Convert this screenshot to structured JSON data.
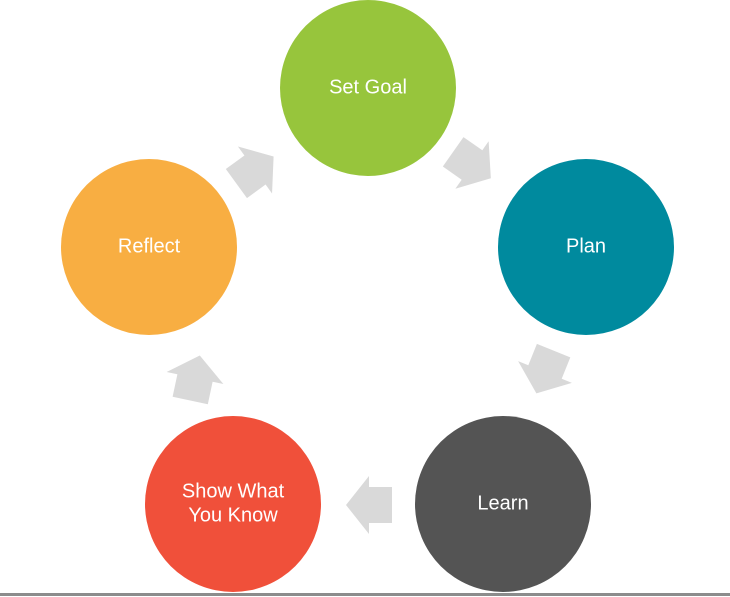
{
  "diagram": {
    "type": "cycle",
    "steps": [
      {
        "label_lines": [
          "Set Goal"
        ],
        "color": "#97c53c"
      },
      {
        "label_lines": [
          "Plan"
        ],
        "color": "#008a9e"
      },
      {
        "label_lines": [
          "Learn"
        ],
        "color": "#545454"
      },
      {
        "label_lines": [
          "Show What",
          "You Know"
        ],
        "color": "#f0503a"
      },
      {
        "label_lines": [
          "Reflect"
        ],
        "color": "#f8ae42"
      }
    ],
    "arrow_color": "#d9d9d9",
    "baseline_color": "#8c8c8c"
  }
}
